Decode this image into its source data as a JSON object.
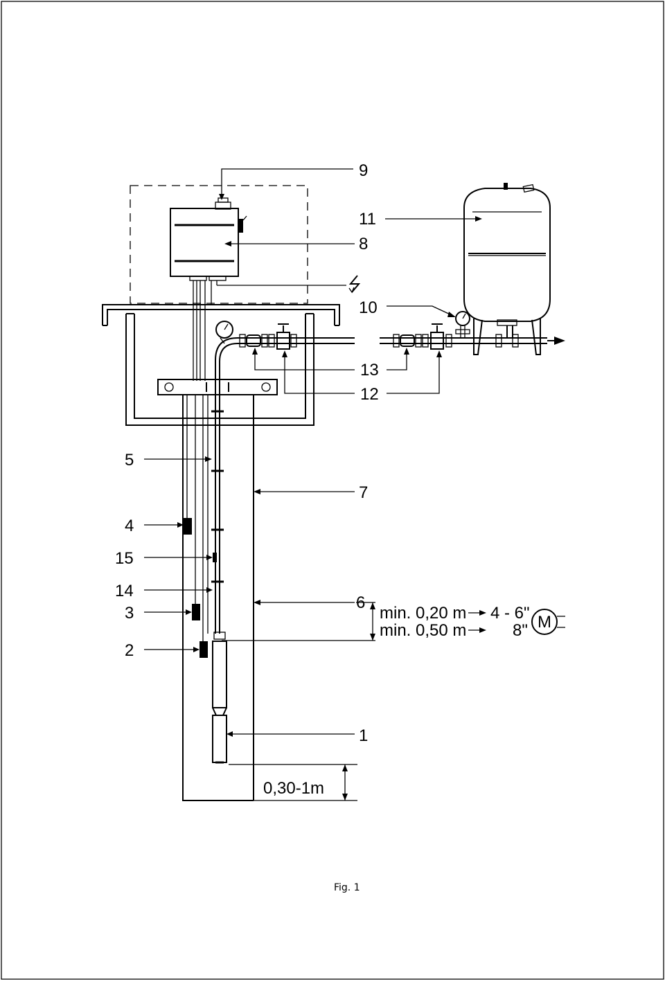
{
  "diagram": {
    "callouts": {
      "c1": "1",
      "c2": "2",
      "c3": "3",
      "c4": "4",
      "c5": "5",
      "c6": "6",
      "c7": "7",
      "c8": "8",
      "c9": "9",
      "c10": "10",
      "c11": "11",
      "c12": "12",
      "c13": "13",
      "c14": "14",
      "c15": "15"
    },
    "dimensions": {
      "min_small": "min. 0,20 m",
      "min_large": "min. 0,50 m",
      "size_small": "4 - 6\"",
      "size_large": "8\"",
      "motor": "M",
      "bottom_clearance": "0,30-1m"
    },
    "caption": "Fig. 1"
  }
}
